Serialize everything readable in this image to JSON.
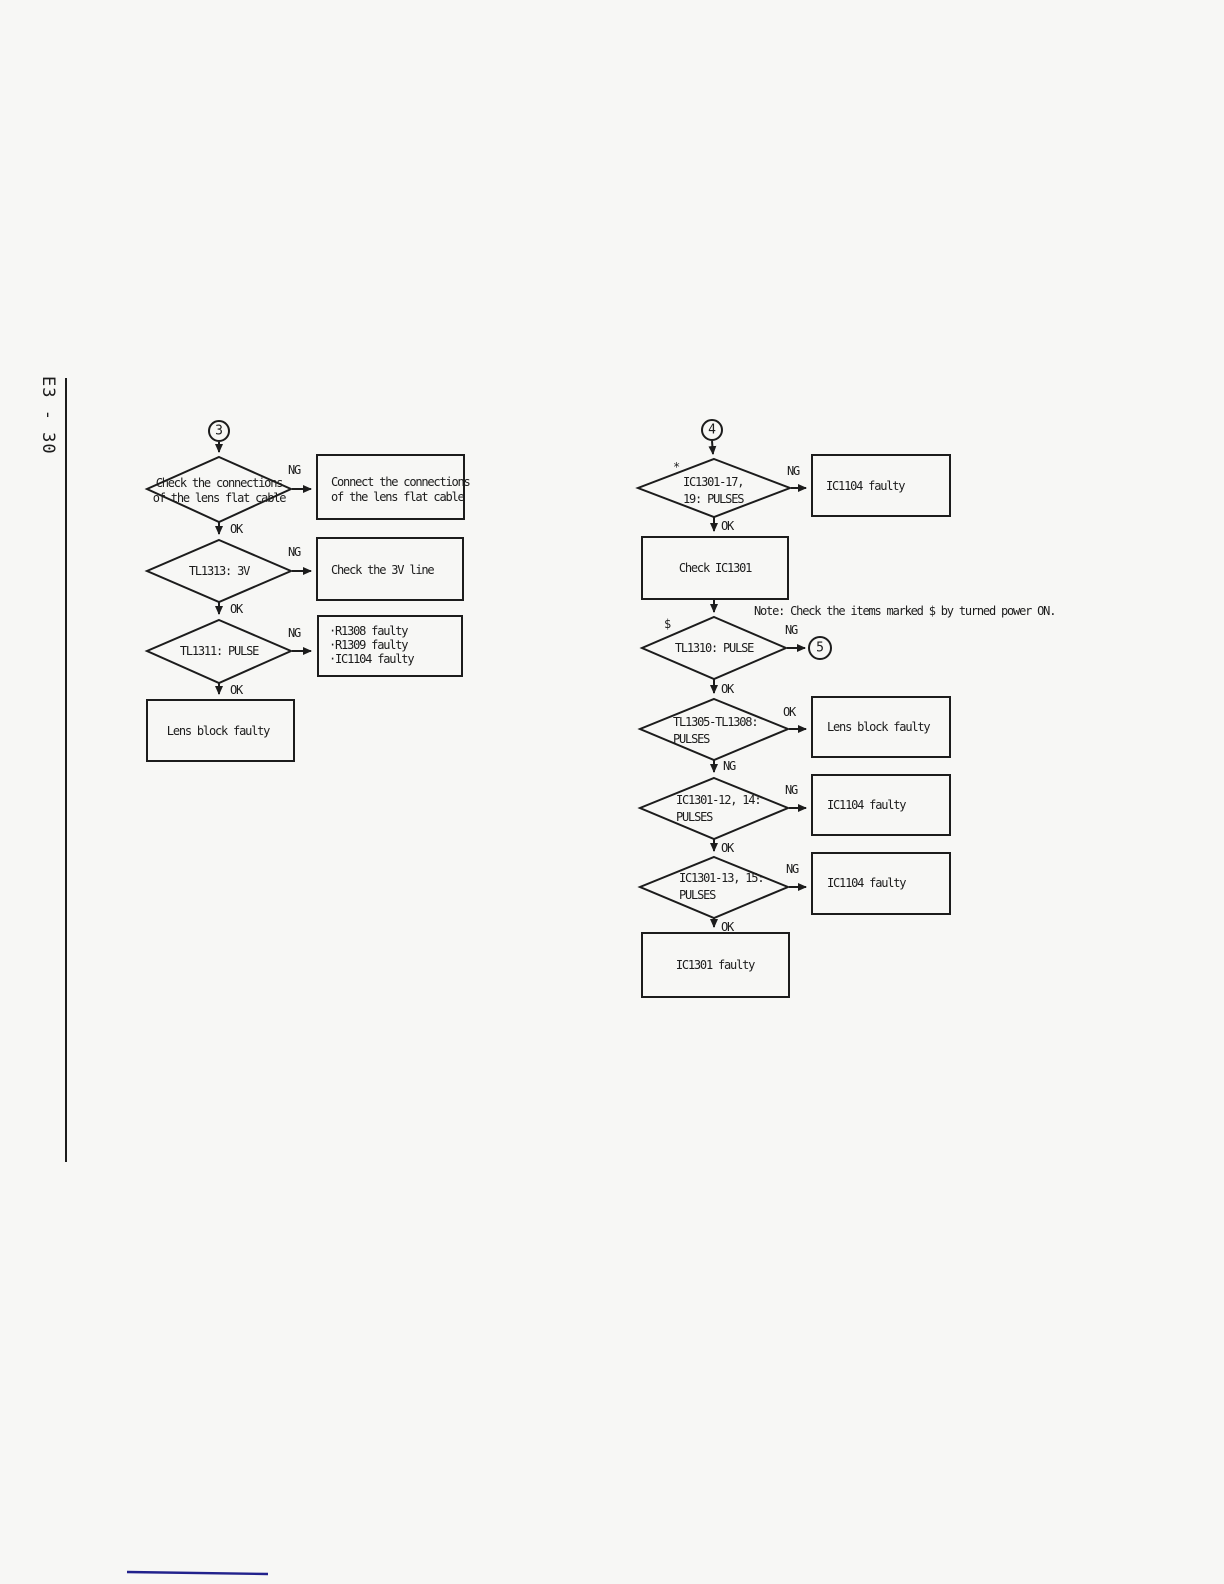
{
  "page": {
    "side_label": "E3 - 30",
    "note": "Note: Check the items marked $ by turned power ON.",
    "labels": {
      "ok": "OK",
      "ng": "NG",
      "asterisk": "*",
      "dollar": "$"
    },
    "colors": {
      "ink": "#1c1c1c",
      "paper": "#f7f7f5",
      "accent_line": "#22228c"
    }
  },
  "flowchart_3": {
    "entry": "3",
    "nodes": {
      "d_connections": {
        "line1": "Check the connections",
        "line2": "of the lens flat cable"
      },
      "a_connect": {
        "line1": "Connect the connections",
        "line2": "of the lens flat cable"
      },
      "d_tl1313": {
        "line1": "TL1313: 3V"
      },
      "a_check3v": {
        "line1": "Check the 3V line"
      },
      "d_tl1311": {
        "line1": "TL1311: PULSE"
      },
      "a_faulty_list": {
        "line1": "·R1308 faulty",
        "line2": "·R1309 faulty",
        "line3": "·IC1104 faulty"
      },
      "a_lens_block": {
        "line1": "Lens block faulty"
      }
    }
  },
  "flowchart_4": {
    "entry": "4",
    "exit": "5",
    "nodes": {
      "d_ic1301_17_19": {
        "line1": "IC1301-17,",
        "line2": "19: PULSES"
      },
      "a_ic1104_1": {
        "line1": "IC1104 faulty"
      },
      "a_check_ic1301": {
        "line1": "Check IC1301"
      },
      "d_tl1310": {
        "line1": "TL1310: PULSE"
      },
      "d_tl1305_1308": {
        "line1": "TL1305-TL1308:",
        "line2": "PULSES"
      },
      "a_lens_block": {
        "line1": "Lens block faulty"
      },
      "d_ic1301_12_14": {
        "line1": "IC1301-12, 14:",
        "line2": "PULSES"
      },
      "a_ic1104_2": {
        "line1": "IC1104 faulty"
      },
      "d_ic1301_13_15": {
        "line1": "IC1301-13, 15:",
        "line2": "PULSES"
      },
      "a_ic1104_3": {
        "line1": "IC1104 faulty"
      },
      "a_ic1301_faulty": {
        "line1": "IC1301 faulty"
      }
    }
  }
}
